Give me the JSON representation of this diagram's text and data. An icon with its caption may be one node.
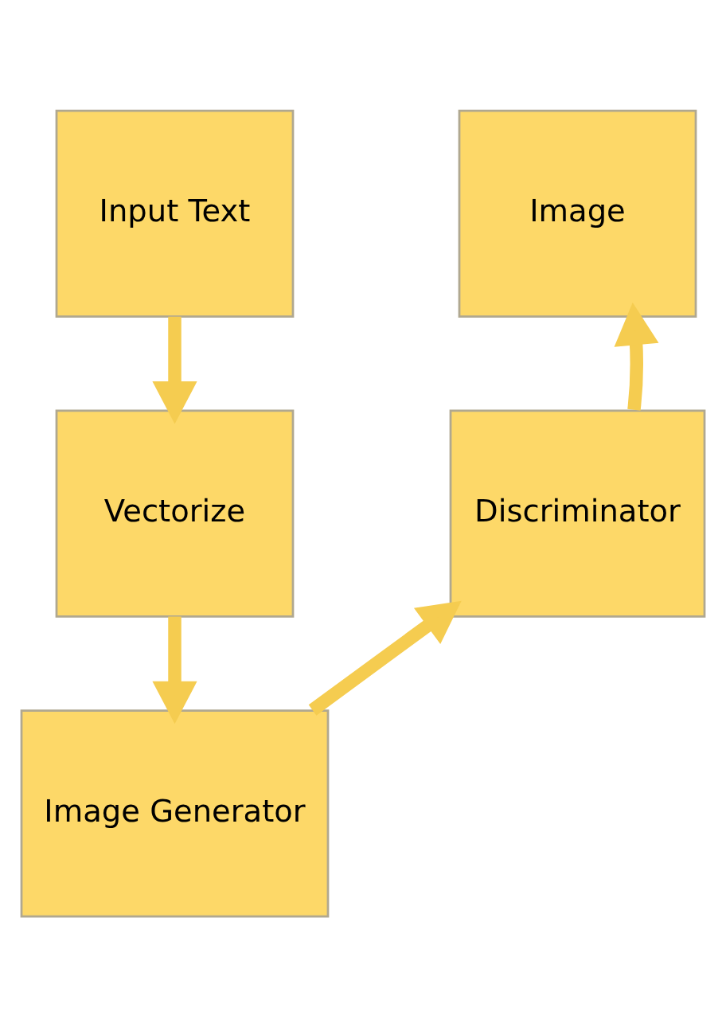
{
  "diagram": {
    "nodes": [
      {
        "text": [
          "Input Text"
        ]
      },
      {
        "text": [
          "Vectorize"
        ]
      },
      {
        "text": [
          "Image Generator"
        ]
      },
      {
        "text": [
          "Discriminator"
        ]
      },
      {
        "text": [
          "Image"
        ]
      }
    ],
    "edges": [
      {
        "from": 0,
        "to": 1,
        "arrow": "to"
      },
      {
        "from": 1,
        "to": 2,
        "arrow": "to"
      },
      {
        "from": 2,
        "to": 3,
        "arrow": "to"
      },
      {
        "from": 3,
        "to": 4,
        "arrow": "to"
      }
    ]
  }
}
